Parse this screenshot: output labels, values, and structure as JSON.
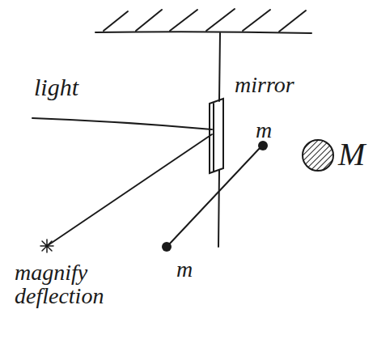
{
  "diagram": {
    "labels": [
      "light",
      "mirror",
      "m",
      "m",
      "M",
      "magnify deflection"
    ]
  }
}
